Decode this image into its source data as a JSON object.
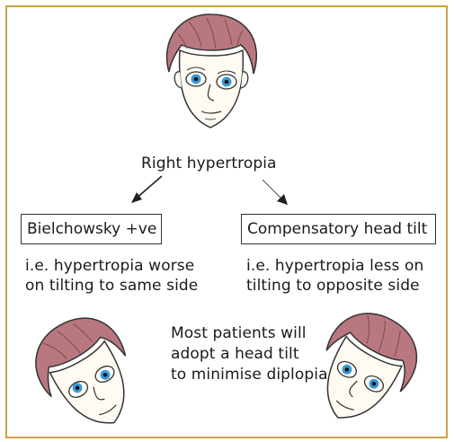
{
  "center_label": "Right hypertropia",
  "left_box": "Bielchowsky +ve",
  "right_box": "Compensatory head tilt",
  "left_note": [
    "i.e. hypertropia worse",
    "on tilting to same side"
  ],
  "right_note": [
    "i.e. hypertropia less on",
    "tilting to opposite side"
  ],
  "bottom_note": [
    "Most patients will",
    "adopt a head tilt",
    "to minimise diplopia"
  ],
  "colors": {
    "frame": "#c9a24a",
    "hair": "#b9787f",
    "eye": "#3a9bd6",
    "skin": "#fffaf2"
  }
}
